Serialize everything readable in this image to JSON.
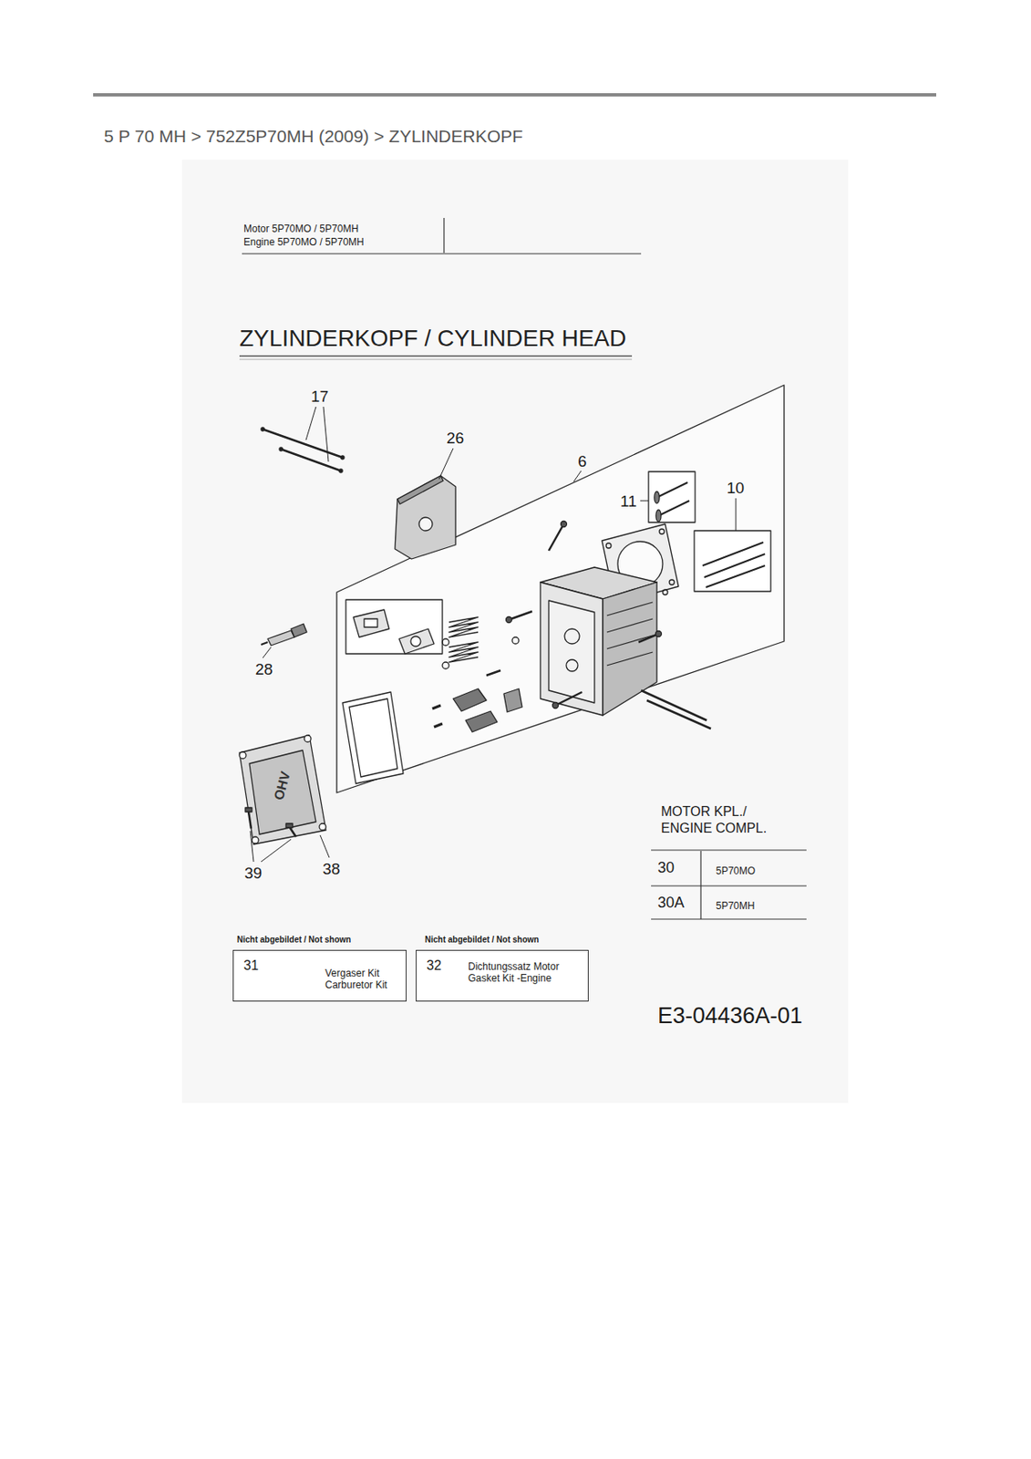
{
  "diagram": {
    "title": "ZYLINDERKOPF / CYLINDER HEAD",
    "nodes": [
      {
        "text": [
          "Nicht abgebildet / Not shown",
          "31",
          "Vergaser Kit Carburetor Kit"
        ]
      },
      {
        "text": [
          "Nicht abgebildet / Not shown",
          "32",
          "Dichtungssatz Motor Gasket Kit -Engine"
        ]
      }
    ],
    "labels": [
      "5 P 70 MH > 752Z5P70MH (2009) > ZYLINDERKOPF",
      "Motor 5P70MO / 5P70MH Engine 5P70MO / 5P70MH",
      "17",
      "26",
      "6",
      "11",
      "10",
      "28",
      "OHV",
      "39",
      "38",
      "MOTOR KPL./ ENGINE COMPL.",
      "30",
      "5P70MO",
      "30A",
      "5P70MH",
      "E3-04436A-01"
    ]
  }
}
